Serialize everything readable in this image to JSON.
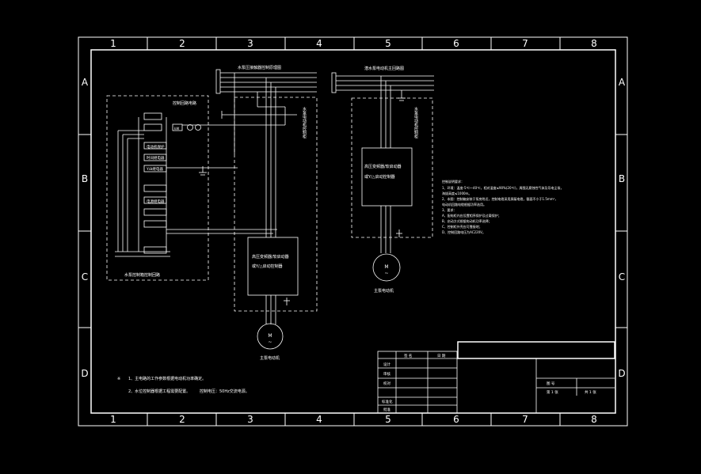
{
  "colors": {
    "background": "#000000",
    "line": "#ffffff"
  },
  "frame": {
    "columns": [
      "1",
      "2",
      "3",
      "4",
      "5",
      "6",
      "7",
      "8"
    ],
    "rows": [
      "A",
      "B",
      "C",
      "D"
    ]
  },
  "left_circuit": {
    "title": "水泵压接触器控制原理图",
    "cabinet_label": "水泵电动机控制柜",
    "ctrl_label_1": "控制回路电路",
    "box_label": "水泵控制箱控制回路",
    "relay_labels": [
      "电动机保护",
      "时间继电器",
      "Y/Δ继电器",
      "电源继电器"
    ],
    "starter_line1": "高压变频器/软启动器",
    "starter_line2": "或Y/△启动控制器",
    "motor_label": "主泵电动机",
    "motor_mark": "M",
    "motor_sub": "~",
    "kv": "kW"
  },
  "right_circuit": {
    "title": "潜水泵电动机主回路图",
    "cabinet_label": "水泵电动机控制柜",
    "starter_line1": "高压变频器/软启动器",
    "starter_line2": "或Y/△启动控制器",
    "motor_label": "主泵电动机",
    "motor_mark": "M",
    "motor_sub": "~"
  },
  "notes": {
    "heading": "控制说明要求：",
    "lines": [
      "1、环境：温度-5℃～40℃，相对湿度≤90%(20℃)，周围无腐蚀性气体及导电尘埃，",
      "   海拔高度≤1000m。",
      "2、本图：控制箱安装于泵房附近，控制电缆采用屏蔽电缆，截面不小于1.5mm²，",
      "   电动机回路电缆根据功率选用。",
      "3、要求：",
      "  A、配电柜内应设置相序保护及过载保护；",
      "  B、启动方式根据电动机功率选择；",
      "  C、控制柜外壳应可靠接地；",
      "  D、控制回路电压为AC220V。"
    ]
  },
  "footnotes": {
    "star": "※",
    "n1": "1、主电路的工作参数根据电动机功率确定。",
    "n2": "2、水位控制器根据工程需要配置。",
    "n2b": "控制电压：50Hz交流电源。"
  },
  "title_block": {
    "head_col1": "签  名",
    "head_col2": "日  期",
    "rows": [
      "设计",
      "审核",
      "校对",
      "",
      "标准化",
      "批准"
    ],
    "drawing_no": "图  号",
    "page": "第 1 张",
    "total": "共 1 张"
  }
}
